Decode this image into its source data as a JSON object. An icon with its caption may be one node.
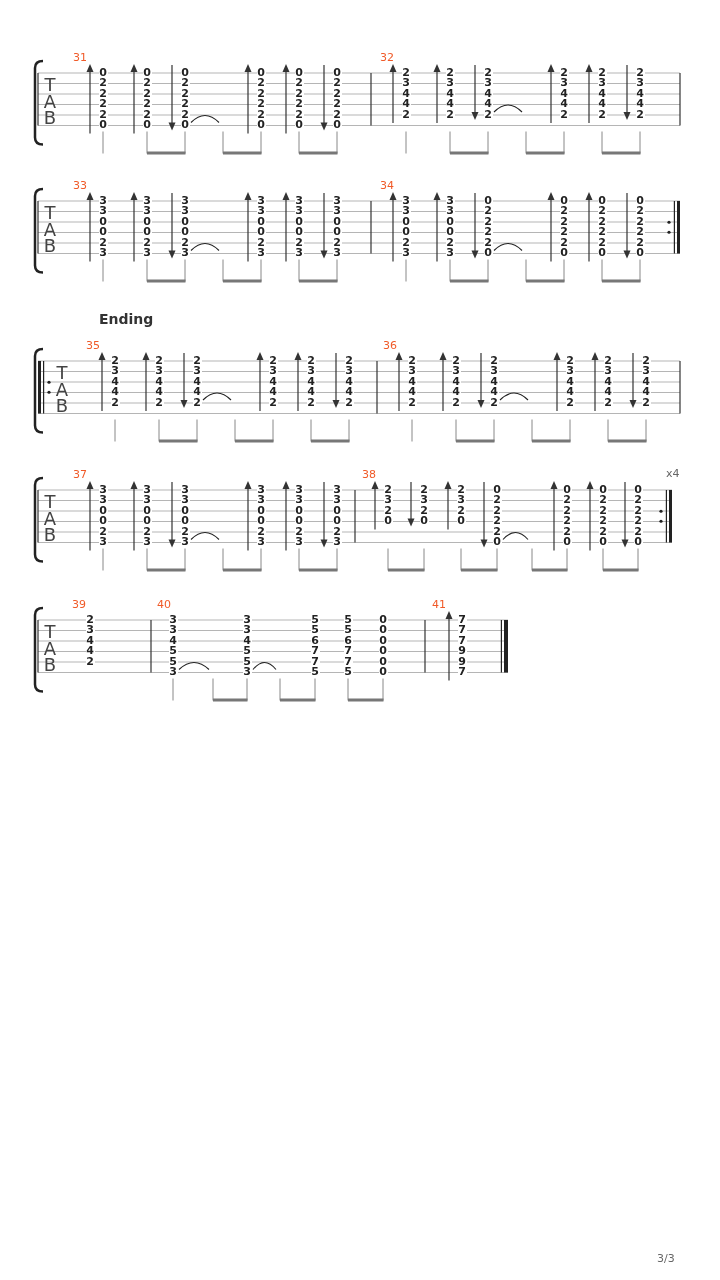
{
  "diagram": {
    "labels": [
      "T",
      "A",
      "B",
      "31",
      "0 2 2 2 2 0",
      "0 2 2 2 2 0",
      "0 2 2 2 2 0",
      "0 2 2 2 2 0",
      "0 2 2 2 2 0",
      "0 2 2 2 2 0",
      "32",
      "2 3 4 4 2",
      "2 3 4 4 2",
      "2 3 4 4 2",
      "2 3 4 4 2",
      "2 3 4 4 2",
      "2 3 4 4 2",
      "T",
      "A",
      "B",
      "33",
      "3 3 0 0 2 3",
      "3 3 0 0 2 3",
      "3 3 0 0 2 3",
      "3 3 0 0 2 3",
      "3 3 0 0 2 3",
      "3 3 0 0 2 3",
      "34",
      "3 3 0 0 2 3",
      "3 3 0 0 2 3",
      "0 2 2 2 2 0",
      "0 2 2 2 2 0",
      "0 2 2 2 2 0",
      "0 2 2 2 2 0",
      "Ending",
      "T",
      "A",
      "B",
      "35",
      "2 3 4 4 2",
      "2 3 4 4 2",
      "2 3 4 4 2",
      "2 3 4 4 2",
      "2 3 4 4 2",
      "2 3 4 4 2",
      "36",
      "2 3 4 4 2",
      "2 3 4 4 2",
      "2 3 4 4 2",
      "2 3 4 4 2",
      "2 3 4 4 2",
      "2 3 4 4 2",
      "T",
      "A",
      "B",
      "37",
      "3 3 0 0 2 3",
      "3 3 0 0 2 3",
      "3 3 0 0 2 3",
      "3 3 0 0 2 3",
      "3 3 0 0 2 3",
      "3 3 0 0 2 3",
      "38",
      "2 3 2 0",
      "2 3 2 0",
      "2 3 2 0",
      "0 2 2 2 2 0",
      "0 2 2 2 2 0",
      "0 2 2 2 2 0",
      "0 2 2 2 2 0",
      "x4",
      "T",
      "A",
      "B",
      "39",
      "2 3 4 4 2",
      "40",
      "3 3 4 5 5 3",
      "3 3 4 5 5 3",
      "5 5 6 7 7 5",
      "5 5 6 7 7 5",
      "0 0 0 0 0 0",
      "41",
      "7 7 7 9 9 7",
      "3/3"
    ]
  }
}
